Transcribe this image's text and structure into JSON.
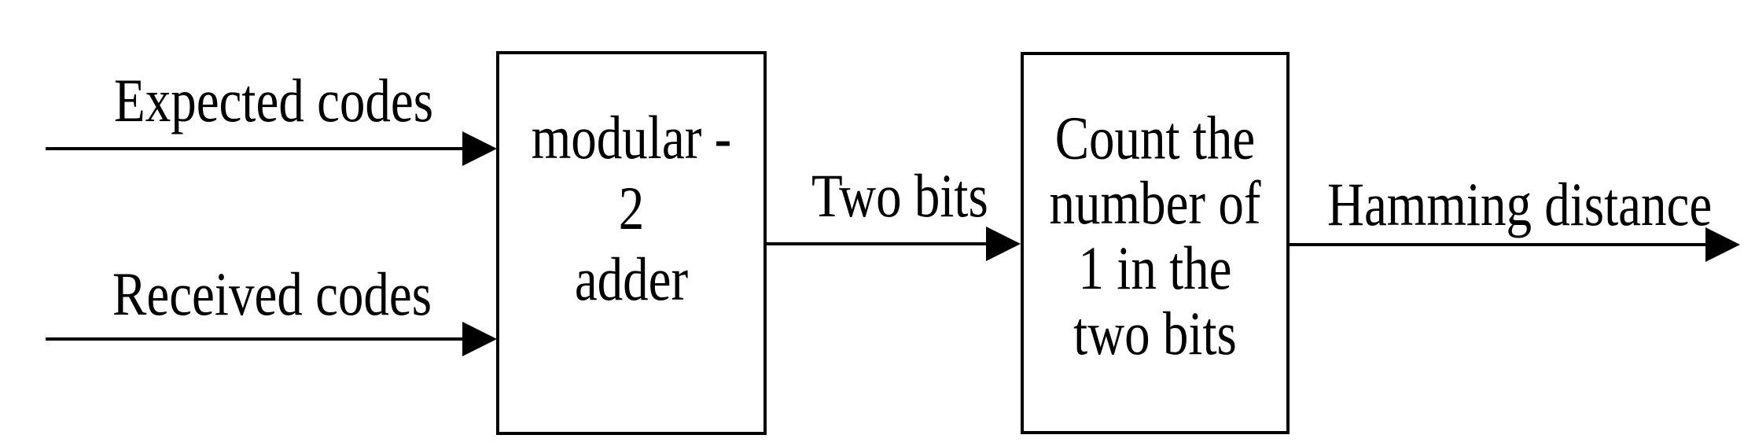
{
  "colors": {
    "ink": "#000000",
    "background": "#ffffff"
  },
  "diagram": {
    "inputs": [
      {
        "label": "Expected codes"
      },
      {
        "label": "Received codes"
      }
    ],
    "blocks": [
      {
        "lines": [
          "modular -",
          "2",
          "adder"
        ]
      },
      {
        "lines": [
          "Count the",
          "number of",
          "1 in the",
          "two bits"
        ]
      }
    ],
    "connections": [
      {
        "label": "Two bits"
      },
      {
        "label": "Hamming distance"
      }
    ]
  }
}
